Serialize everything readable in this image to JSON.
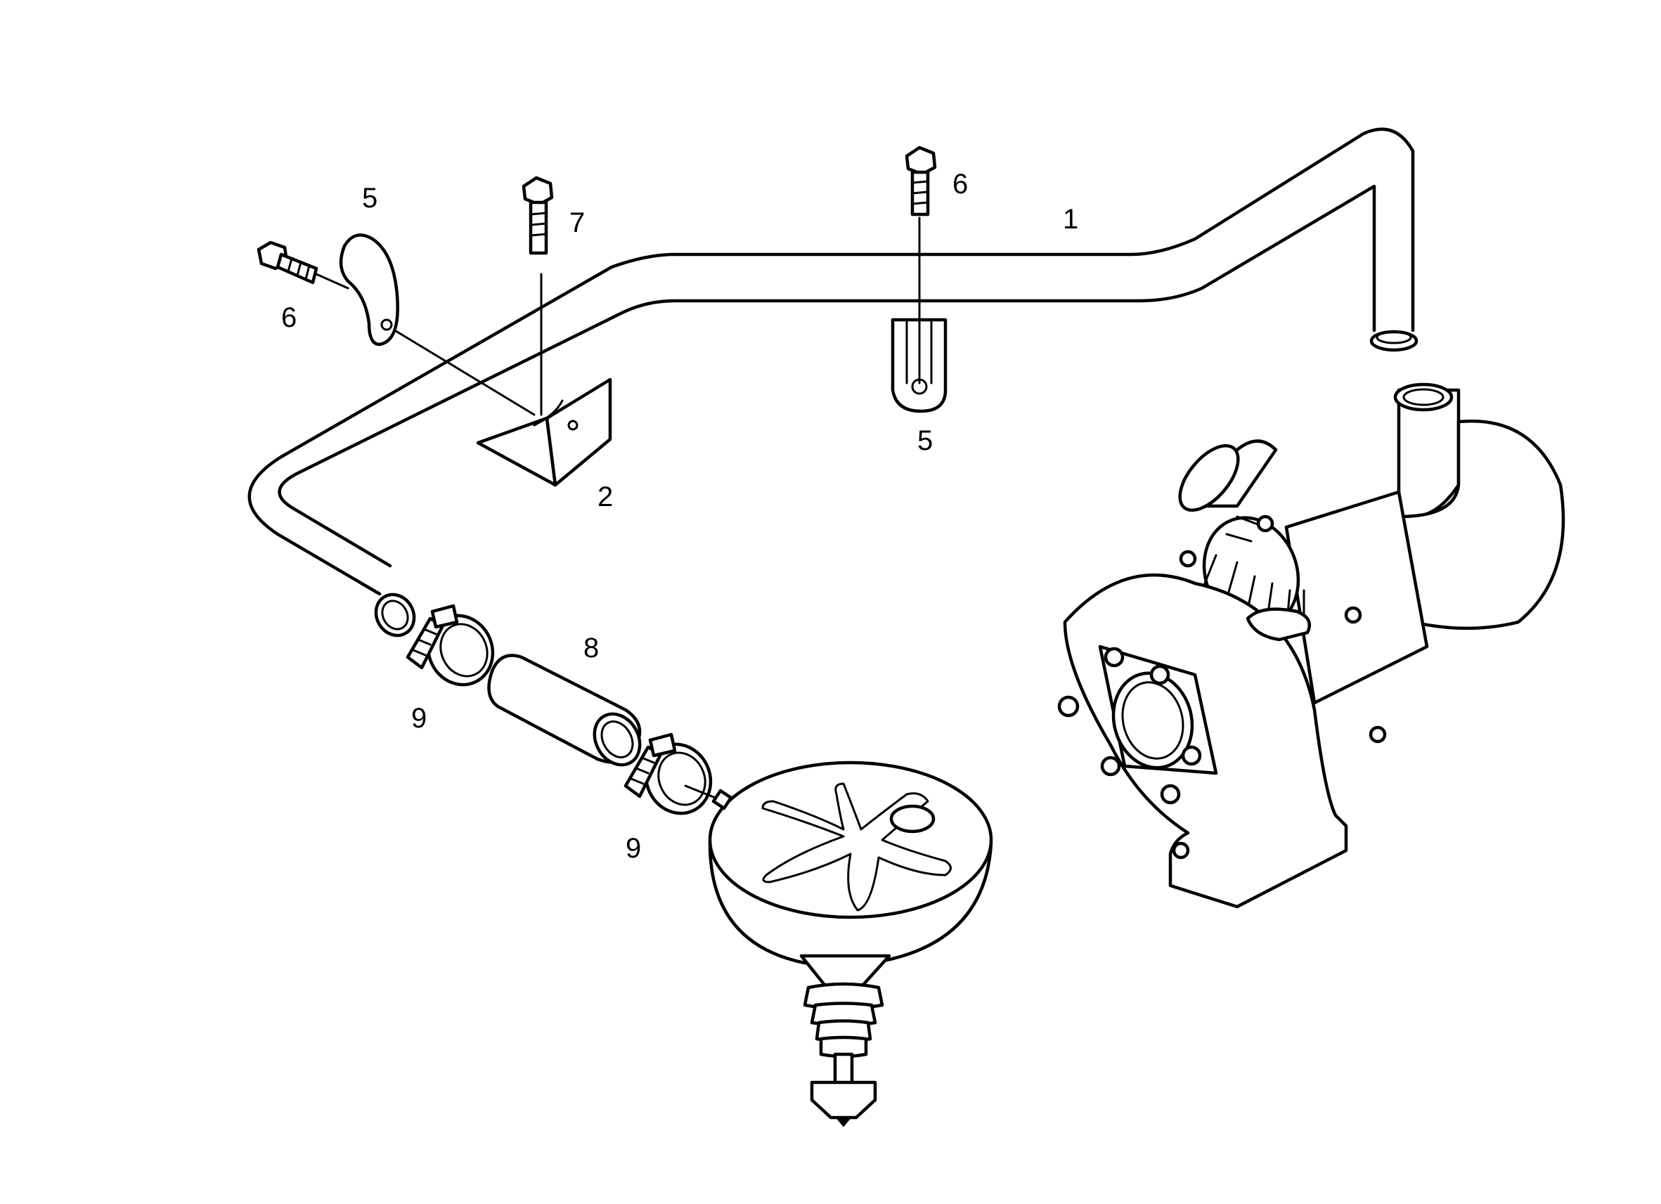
{
  "diagram": {
    "callouts": [
      {
        "id": "c1",
        "text": "1"
      },
      {
        "id": "c2",
        "text": "2"
      },
      {
        "id": "c5a",
        "text": "5"
      },
      {
        "id": "c5b",
        "text": "5"
      },
      {
        "id": "c6a",
        "text": "6"
      },
      {
        "id": "c6b",
        "text": "6"
      },
      {
        "id": "c7",
        "text": "7"
      },
      {
        "id": "c8",
        "text": "8"
      },
      {
        "id": "c9a",
        "text": "9"
      },
      {
        "id": "c9b",
        "text": "9"
      }
    ]
  }
}
